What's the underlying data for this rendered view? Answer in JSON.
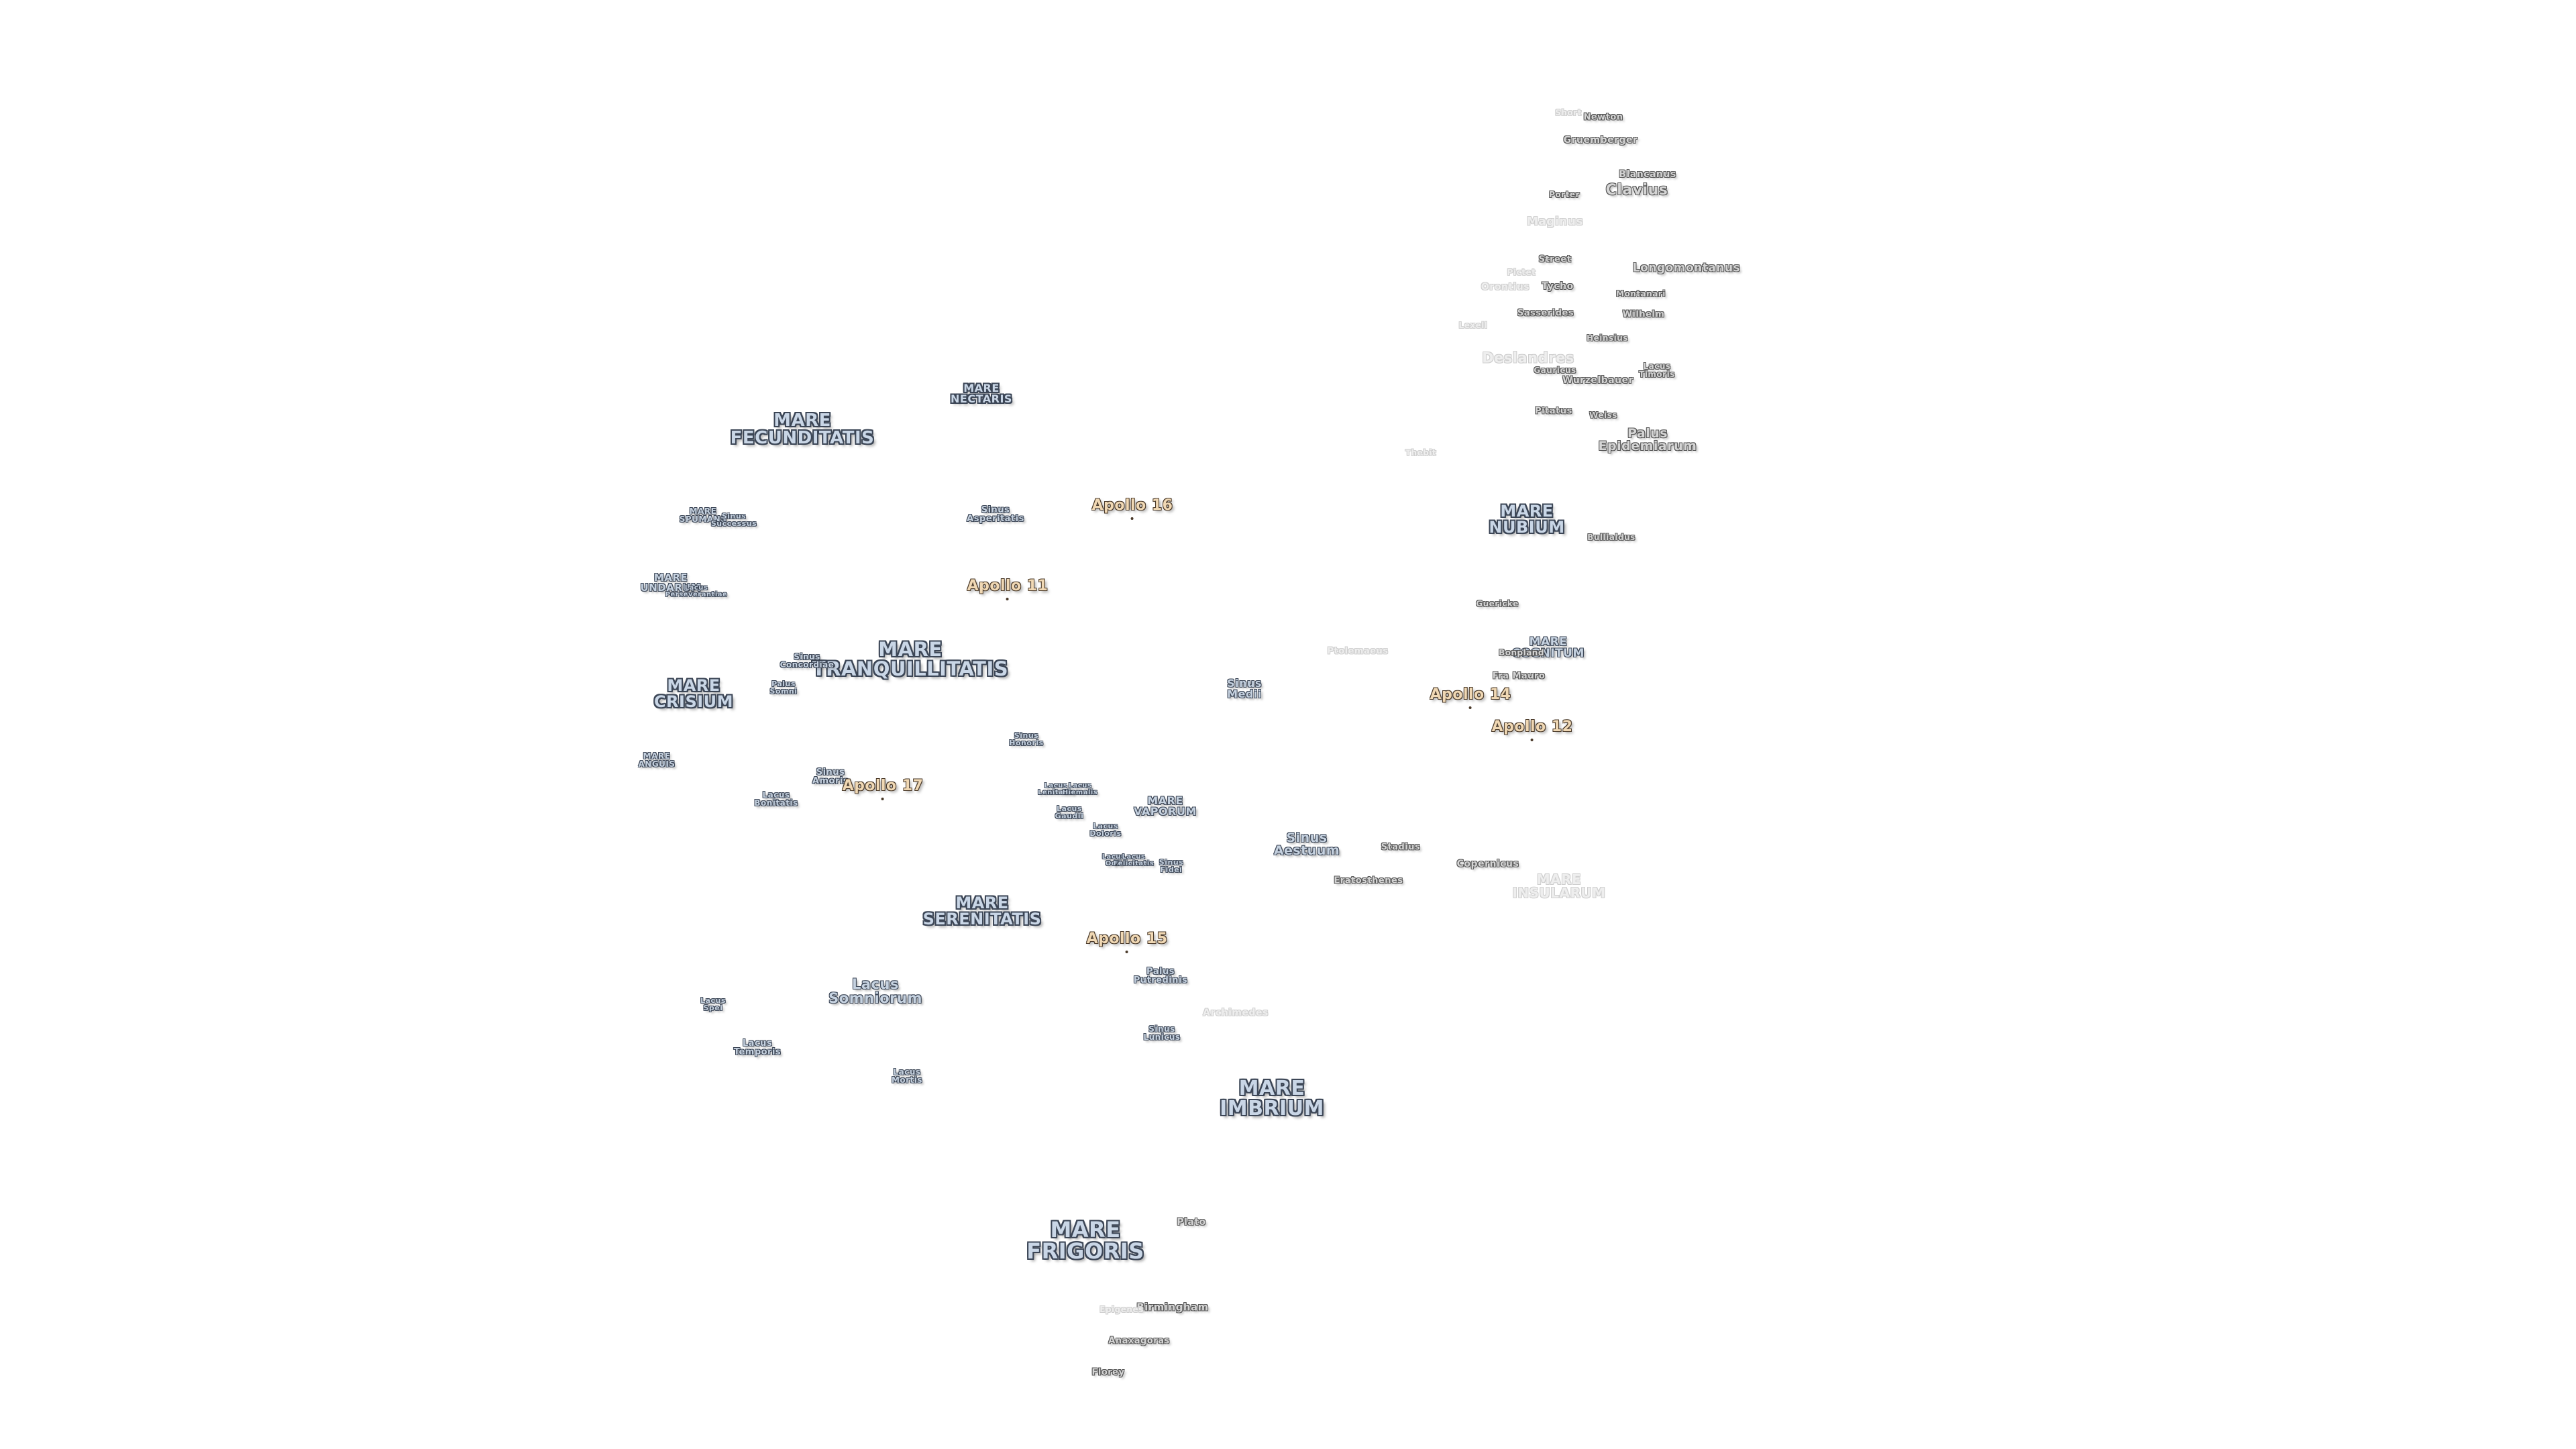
{
  "map": {
    "maria": [
      {
        "id": "mare-fecunditatis",
        "lines": [
          "MARE",
          "FECUNDITATIS"
        ]
      },
      {
        "id": "mare-nectaris",
        "lines": [
          "MARE",
          "NECTARIS"
        ]
      },
      {
        "id": "mare-tranquillitatis",
        "lines": [
          "MARE",
          "TRANQUILLITATIS"
        ]
      },
      {
        "id": "mare-crisium",
        "lines": [
          "MARE",
          "CRISIUM"
        ]
      },
      {
        "id": "mare-serenitatis",
        "lines": [
          "MARE",
          "SERENITATIS"
        ]
      },
      {
        "id": "mare-imbrium",
        "lines": [
          "MARE",
          "IMBRIUM"
        ]
      },
      {
        "id": "mare-frigoris",
        "lines": [
          "MARE",
          "FRIGORIS"
        ]
      },
      {
        "id": "mare-nubium",
        "lines": [
          "MARE",
          "NUBIUM"
        ]
      },
      {
        "id": "mare-cognitum",
        "lines": [
          "MARE",
          "COGNITUM"
        ]
      },
      {
        "id": "mare-vaporum",
        "lines": [
          "MARE",
          "VAPORUM"
        ]
      },
      {
        "id": "mare-insularum",
        "lines": [
          "MARE",
          "INSULARUM"
        ]
      },
      {
        "id": "mare-spumans",
        "lines": [
          "MARE",
          "SPUMANS"
        ]
      },
      {
        "id": "mare-undarum",
        "lines": [
          "MARE",
          "UNDARUM"
        ]
      },
      {
        "id": "mare-anguis",
        "lines": [
          "MARE",
          "ANGUIS"
        ]
      }
    ],
    "features": [
      {
        "id": "sinus-successus",
        "lines": [
          "Sinus",
          "Successus"
        ]
      },
      {
        "id": "sinus-asperitatis",
        "lines": [
          "Sinus",
          "Asperitatis"
        ]
      },
      {
        "id": "sinus-concordiae",
        "lines": [
          "Sinus",
          "Concordiae"
        ]
      },
      {
        "id": "palus-somni",
        "lines": [
          "Palus",
          "Somni"
        ]
      },
      {
        "id": "sinus-amoris",
        "lines": [
          "Sinus",
          "Amoris"
        ]
      },
      {
        "id": "lacus-bonitatis",
        "lines": [
          "Lacus",
          "Bonitatis"
        ]
      },
      {
        "id": "sinus-honoris",
        "lines": [
          "Sinus",
          "Honoris"
        ]
      },
      {
        "id": "sinus-medii",
        "lines": [
          "Sinus",
          "Medii"
        ]
      },
      {
        "id": "sinus-aestuum",
        "lines": [
          "Sinus",
          "Aestuum"
        ]
      },
      {
        "id": "lacus-somniorum",
        "lines": [
          "Lacus",
          "Somniorum"
        ]
      },
      {
        "id": "lacus-spei",
        "lines": [
          "Lacus",
          "Spei"
        ]
      },
      {
        "id": "lacus-temporis",
        "lines": [
          "Lacus",
          "Temporis"
        ]
      },
      {
        "id": "lacus-mortis",
        "lines": [
          "Lacus",
          "Mortis"
        ]
      },
      {
        "id": "palus-putredinis",
        "lines": [
          "Palus",
          "Putredinis"
        ]
      },
      {
        "id": "sinus-lunicus",
        "lines": [
          "Sinus",
          "Lunicus"
        ]
      },
      {
        "id": "lacus-gaudii",
        "lines": [
          "Lacus",
          "Gaudii"
        ]
      },
      {
        "id": "lacus-doloris",
        "lines": [
          "Lacus",
          "Doloris"
        ]
      },
      {
        "id": "lacus-lenitatis",
        "lines": [
          "Lacus",
          "Lenitatis"
        ]
      },
      {
        "id": "lacus-hiemalis",
        "lines": [
          "Lacus",
          "Hiemalis"
        ]
      },
      {
        "id": "lacus-odii",
        "lines": [
          "Lacus",
          "Odii"
        ]
      },
      {
        "id": "lacus-felicitatis",
        "lines": [
          "Lacus",
          "Felicitatis"
        ]
      },
      {
        "id": "sinus-fidei",
        "lines": [
          "Sinus",
          "Fidei"
        ]
      },
      {
        "id": "palus-epidemiarum",
        "lines": [
          "Palus",
          "Epidemiarum"
        ]
      },
      {
        "id": "lacus-timoris",
        "lines": [
          "Lacus",
          "Timoris"
        ]
      },
      {
        "id": "mare-undarum-sub",
        "lines": [
          "Lacus",
          "Perseverantiae"
        ]
      }
    ],
    "apollo": [
      {
        "id": "apollo-16",
        "text": "Apollo 16"
      },
      {
        "id": "apollo-11",
        "text": "Apollo 11"
      },
      {
        "id": "apollo-17",
        "text": "Apollo 17"
      },
      {
        "id": "apollo-14",
        "text": "Apollo 14"
      },
      {
        "id": "apollo-12",
        "text": "Apollo 12"
      },
      {
        "id": "apollo-15",
        "text": "Apollo 15"
      }
    ],
    "craters": [
      {
        "id": "newton",
        "text": "Newton"
      },
      {
        "id": "short",
        "text": "Short"
      },
      {
        "id": "gruemberger",
        "text": "Gruemberger"
      },
      {
        "id": "blancanus",
        "text": "Blancanus"
      },
      {
        "id": "clavius",
        "text": "Clavius"
      },
      {
        "id": "porter",
        "text": "Porter"
      },
      {
        "id": "maginus",
        "text": "Maginus"
      },
      {
        "id": "street",
        "text": "Street"
      },
      {
        "id": "longomontanus",
        "text": "Longomontanus"
      },
      {
        "id": "pictet",
        "text": "Pictet"
      },
      {
        "id": "tycho",
        "text": "Tycho"
      },
      {
        "id": "montanari",
        "text": "Montanari"
      },
      {
        "id": "orontius",
        "text": "Orontius"
      },
      {
        "id": "sasserides",
        "text": "Sasserides"
      },
      {
        "id": "wilhelm",
        "text": "Wilhelm"
      },
      {
        "id": "lexell",
        "text": "Lexell"
      },
      {
        "id": "heinsius",
        "text": "Heinsius"
      },
      {
        "id": "deslandres",
        "text": "Deslandres"
      },
      {
        "id": "gauricus",
        "text": "Gauricus"
      },
      {
        "id": "wurzelbauer",
        "text": "Wurzelbauer"
      },
      {
        "id": "pitatus",
        "text": "Pitatus"
      },
      {
        "id": "weiss",
        "text": "Weiss"
      },
      {
        "id": "thebit",
        "text": "Thebit"
      },
      {
        "id": "bullialdus",
        "text": "Bullialdus"
      },
      {
        "id": "guericke",
        "text": "Guericke"
      },
      {
        "id": "bonpland",
        "text": "Bonpland"
      },
      {
        "id": "fra-mauro",
        "text": "Fra Mauro"
      },
      {
        "id": "ptolemaeus",
        "text": "Ptolemaeus"
      },
      {
        "id": "stadius",
        "text": "Stadius"
      },
      {
        "id": "copernicus",
        "text": "Copernicus"
      },
      {
        "id": "eratosthenes",
        "text": "Eratosthenes"
      },
      {
        "id": "archimedes",
        "text": "Archimedes"
      },
      {
        "id": "plato",
        "text": "Plato"
      },
      {
        "id": "birmingham",
        "text": "Birmingham"
      },
      {
        "id": "epigenes",
        "text": "Epigenes"
      },
      {
        "id": "anaxagoras",
        "text": "Anaxagoras"
      },
      {
        "id": "florey",
        "text": "Florey"
      }
    ]
  }
}
